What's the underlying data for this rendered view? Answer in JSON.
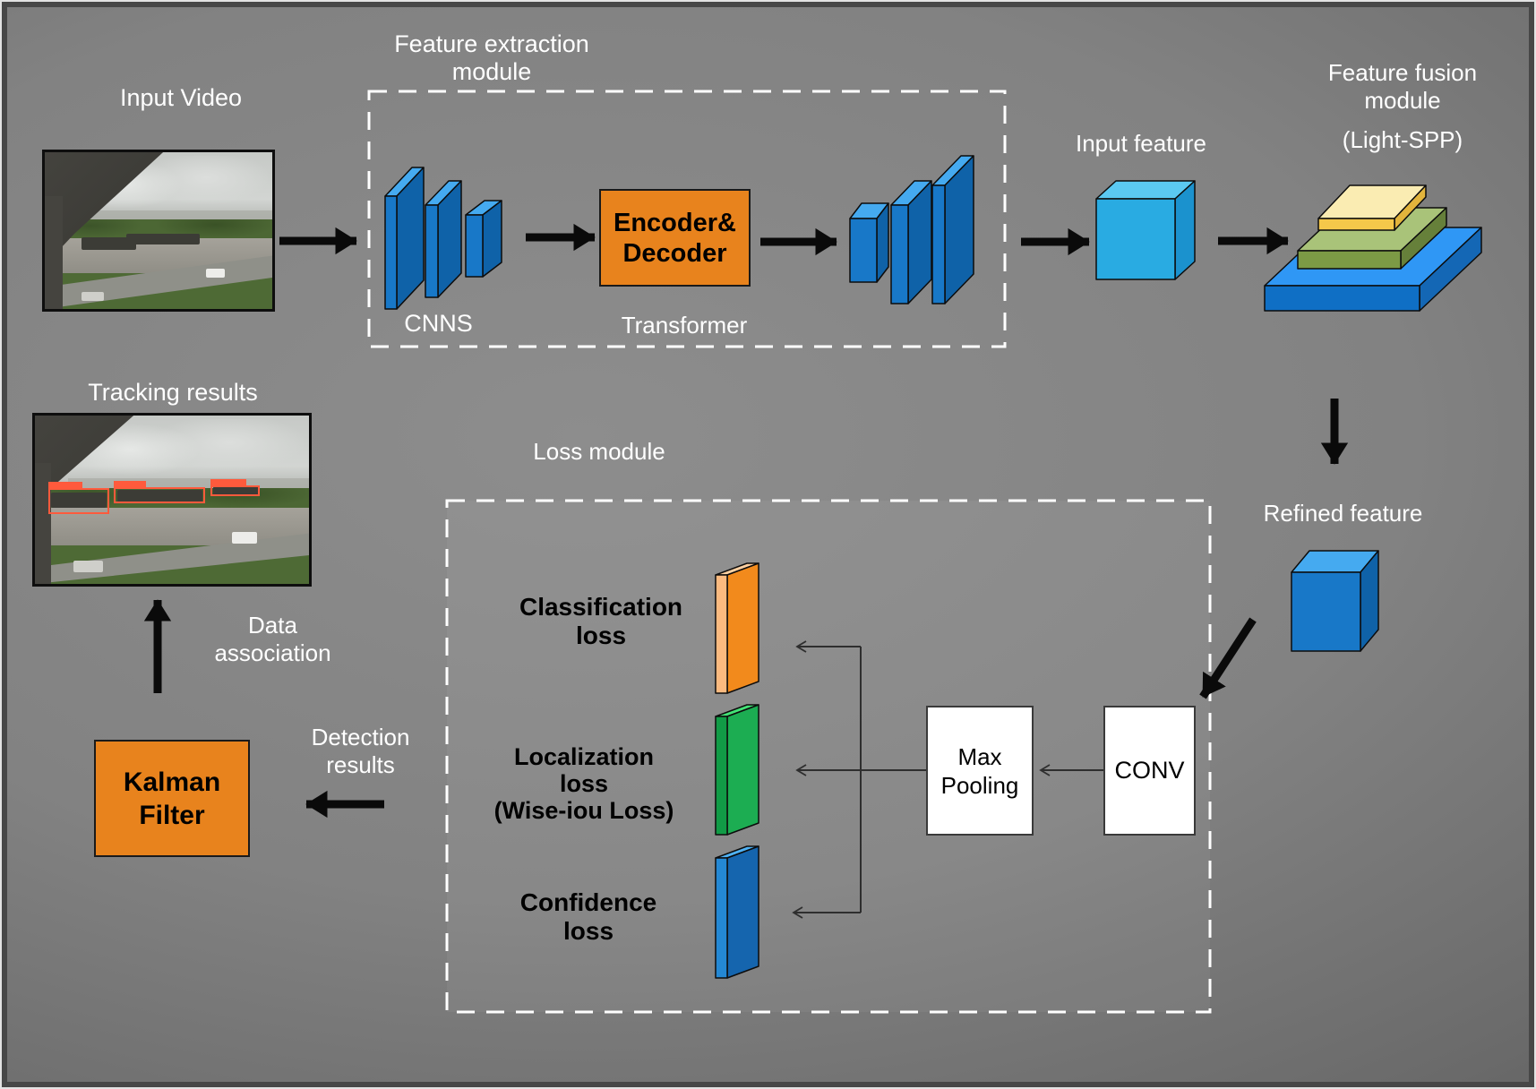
{
  "figure": {
    "input_video_label": "Input Video",
    "feature_extraction": {
      "title1": "Feature extraction",
      "title2": "module",
      "cnns": "CNNS",
      "encoder1": "Encoder&",
      "encoder2": "Decoder",
      "transformer": "Transformer"
    },
    "input_feature_label": "Input feature",
    "feature_fusion": {
      "title1": "Feature fusion",
      "title2": "module",
      "subtitle": "(Light-SPP)"
    },
    "refined_feature_label": "Refined feature",
    "loss_module": {
      "title": "Loss module",
      "classification": {
        "line1": "Classification",
        "line2": "loss"
      },
      "localization": {
        "line1": "Localization",
        "line2": "loss",
        "line3": "(Wise-iou Loss)"
      },
      "confidence": {
        "line1": "Confidence",
        "line2": "loss"
      },
      "max_pooling": {
        "line1": "Max",
        "line2": "Pooling"
      },
      "conv": "CONV"
    },
    "kalman_filter": {
      "line1": "Kalman",
      "line2": "Filter"
    },
    "detection_results": {
      "line1": "Detection",
      "line2": "results"
    },
    "data_association": {
      "line1": "Data",
      "line2": "association"
    },
    "tracking_results_label": "Tracking results"
  },
  "colors": {
    "background_light": "#8d8d8d",
    "background_dark": "#565656",
    "accent_orange": "#e8831d",
    "arrow_black": "#0a0a0a",
    "thin_line": "#2e2e2e",
    "dashed_border": "#ffffff",
    "white_box": "#ffffff",
    "bbox_orange": "#ff5a3c",
    "block_blue": {
      "top": "#45aaf0",
      "front": "#1878c8",
      "side": "#0f62a8"
    },
    "cyan_cube": {
      "top": "#5bc9f2",
      "front": "#29abe2",
      "side": "#1b92ce"
    },
    "pyramid_blue": {
      "top": "#2f97f5",
      "front": "#0f6fc5",
      "side": "#1467b5"
    },
    "pyramid_green": {
      "top": "#a9c379",
      "front": "#7c9a45",
      "side": "#66803a"
    },
    "pyramid_yellow": {
      "top": "#faecb2",
      "front": "#f5c84a",
      "side": "#e2b43c"
    },
    "slab_orange": {
      "top": "#fccfa0",
      "front": "#fbba80",
      "side": "#f28a1c"
    },
    "slab_green": {
      "top": "#43e276",
      "front": "#119b46",
      "side": "#1cad52"
    },
    "slab_blue": {
      "top": "#4fb2f4",
      "front": "#2488d4",
      "side": "#1565ae"
    }
  }
}
